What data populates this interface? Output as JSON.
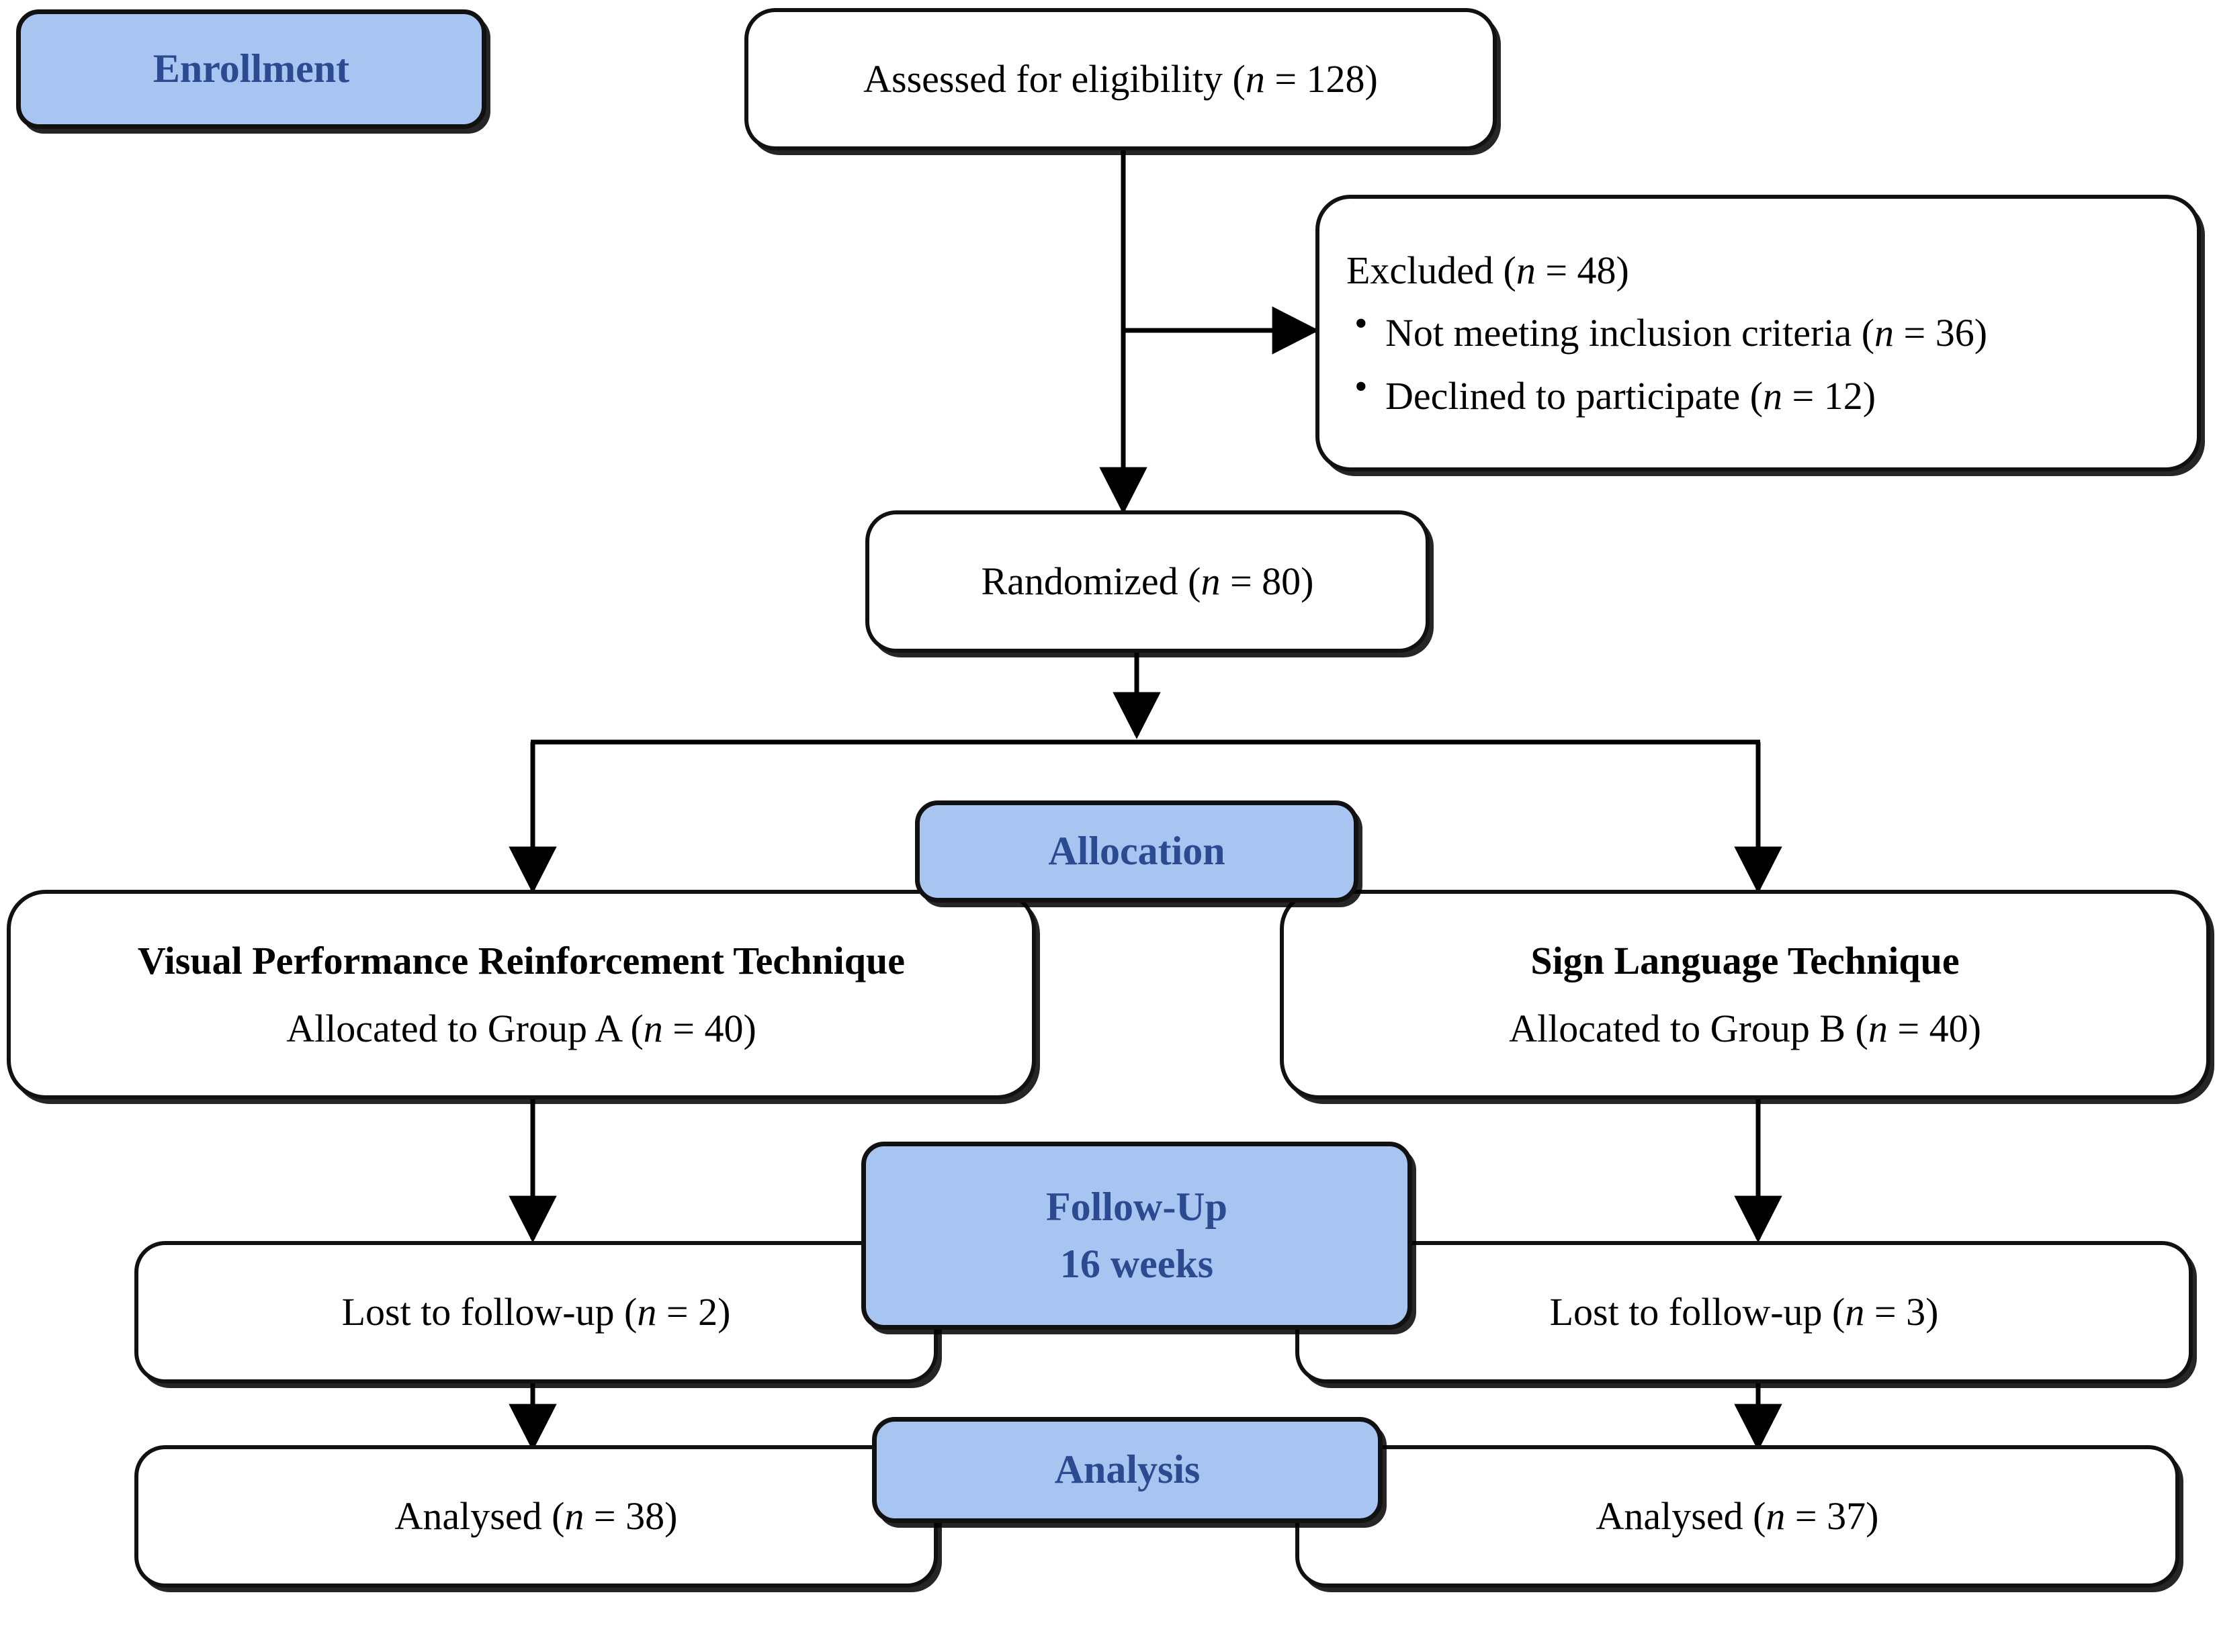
{
  "diagram": {
    "title": "CONSORT participant flow diagram",
    "colors": {
      "stage_fill": "#a8c4f0",
      "stage_text": "#2b4a8f",
      "box_border": "#111111",
      "box_fill": "#ffffff",
      "connector": "#000000"
    }
  },
  "stages": {
    "enrollment": "Enrollment",
    "allocation": "Allocation",
    "followup_line1": "Follow-Up",
    "followup_line2": "16 weeks",
    "analysis": "Analysis"
  },
  "nodes": {
    "assessed": {
      "text": "Assessed for eligibility (n = 128)",
      "label": "Assessed for eligibility",
      "n": 128
    },
    "excluded": {
      "heading": "Excluded (n = 48)",
      "n": 48,
      "reasons": [
        {
          "text": "Not meeting inclusion criteria (n = 36)",
          "label": "Not meeting inclusion criteria",
          "n": 36
        },
        {
          "text": "Declined to participate (n = 12)",
          "label": "Declined to participate",
          "n": 12
        }
      ]
    },
    "randomized": {
      "text": "Randomized (n = 80)",
      "label": "Randomized",
      "n": 80
    },
    "group_a": {
      "technique": "Visual Performance Reinforcement Technique",
      "allocation": "Allocated to Group A (n = 40)",
      "n": 40
    },
    "group_b": {
      "technique": "Sign Language Technique",
      "allocation": "Allocated to Group B (n = 40)",
      "n": 40
    },
    "lost_a": {
      "text": "Lost to follow-up (n = 2)",
      "label": "Lost to follow-up",
      "n": 2
    },
    "lost_b": {
      "text": "Lost to follow-up (n = 3)",
      "label": "Lost to follow-up",
      "n": 3
    },
    "analysed_a": {
      "text": "Analysed (n = 38)",
      "label": "Analysed",
      "n": 38
    },
    "analysed_b": {
      "text": "Analysed (n = 37)",
      "label": "Analysed",
      "n": 37
    }
  }
}
